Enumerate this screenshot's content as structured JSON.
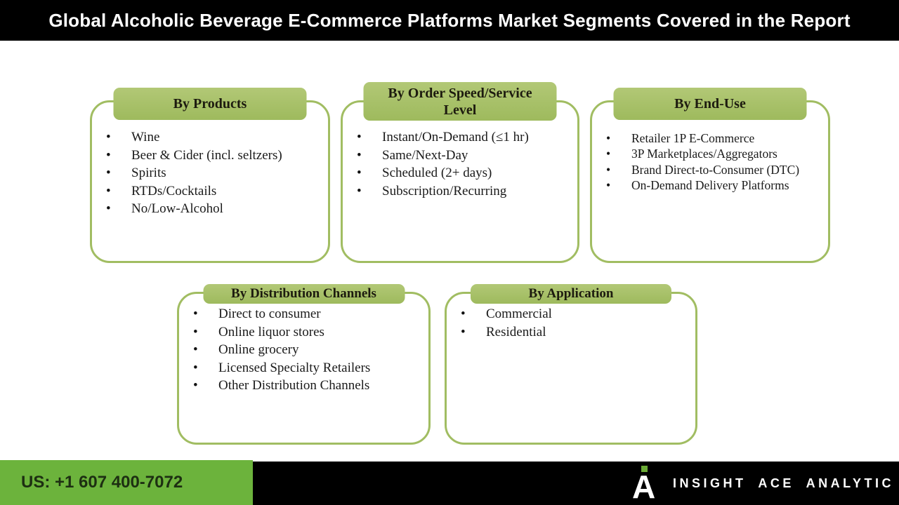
{
  "header": {
    "title": "Global Alcoholic Beverage E-Commerce Platforms Market Segments Covered in the Report"
  },
  "colors": {
    "header_bg": "#000000",
    "tab_green": "#a5be66",
    "box_border_green": "#a1bd62",
    "footer_green": "#6cb33c",
    "tab_text": "#1d1b0f",
    "item_text": "#1a1a1a"
  },
  "segments": [
    {
      "label": "By Products",
      "items": [
        "Wine",
        "Beer & Cider (incl. seltzers)",
        "Spirits",
        "RTDs/Cocktails",
        "No/Low-Alcohol"
      ]
    },
    {
      "label": "By Order Speed/Service Level",
      "items": [
        "Instant/On-Demand (≤1 hr)",
        "Same/Next-Day",
        "Scheduled (2+ days)",
        "Subscription/Recurring"
      ]
    },
    {
      "label": "By End-Use",
      "items": [
        "Retailer 1P E-Commerce",
        "3P Marketplaces/Aggregators",
        "Brand Direct-to-Consumer (DTC)",
        "On-Demand Delivery Platforms"
      ]
    },
    {
      "label": "By Distribution Channels",
      "items": [
        "Direct to consumer",
        "Online liquor stores",
        "Online grocery",
        "Licensed Specialty Retailers",
        "Other Distribution Channels"
      ]
    },
    {
      "label": "By Application",
      "items": [
        "Commercial",
        "Residential"
      ]
    }
  ],
  "bullet_glyph": "•",
  "footer": {
    "phone": "US: +1 607 400-7072",
    "brand": "INSIGHT ACE ANALYTIC",
    "logo_letter": "A"
  }
}
